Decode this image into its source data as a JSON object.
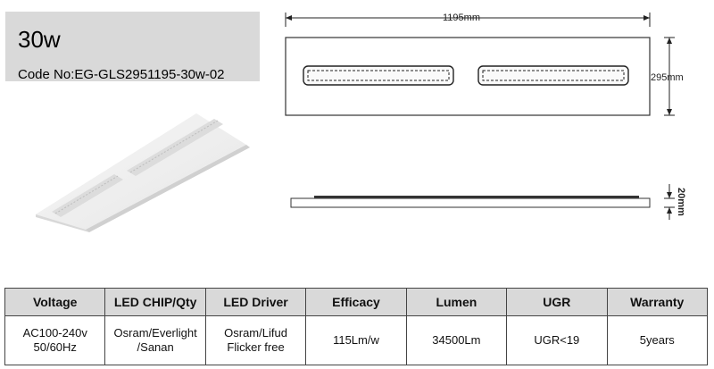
{
  "product": {
    "power": "30w",
    "code": "Code No:EG-GLS2951195-30w-02"
  },
  "drawing": {
    "width_label": "1195mm",
    "height_label": "295mm",
    "thickness_label": "20mm"
  },
  "specs": {
    "headers": [
      "Voltage",
      "LED CHIP/Qty",
      "LED Driver",
      "Efficacy",
      "Lumen",
      "UGR",
      "Warranty"
    ],
    "row": [
      {
        "l1": "AC100-240v",
        "l2": "50/60Hz"
      },
      {
        "l1": "Osram/Everlight",
        "l2": "/Sanan"
      },
      {
        "l1": "Osram/Lifud",
        "l2": "Flicker free"
      },
      {
        "l1": "115Lm/w",
        "l2": ""
      },
      {
        "l1": "34500Lm",
        "l2": ""
      },
      {
        "l1": "UGR<19",
        "l2": ""
      },
      {
        "l1": "5years",
        "l2": ""
      }
    ]
  }
}
